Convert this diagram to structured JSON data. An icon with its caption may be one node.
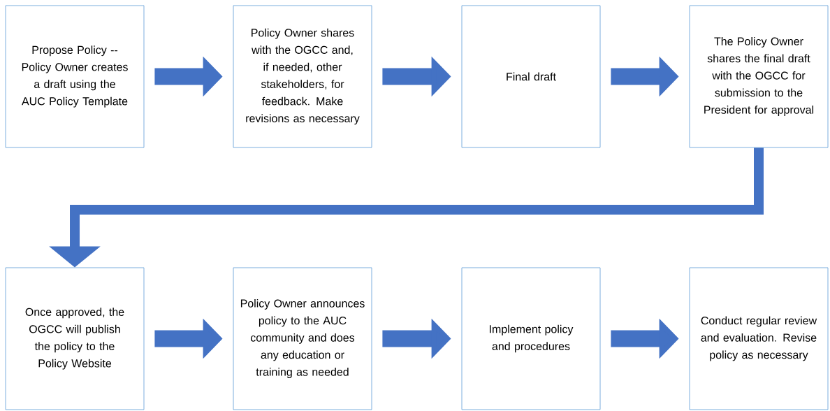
{
  "diagram": {
    "nodes": [
      {
        "text": [
          "Propose Policy -- Policy Owner creates a draft using the AUC Policy Template"
        ]
      },
      {
        "text": [
          "Policy Owner shares with the OGCC and, if needed, other stakeholders, for feedback. Make revisions as necessary"
        ]
      },
      {
        "text": [
          "Final draft"
        ]
      },
      {
        "text": [
          "The Policy Owner shares the final draft with the OGCC for submission to the President for approval"
        ]
      },
      {
        "text": [
          "Once approved, the OGCC will publish the policy to the Policy Website"
        ]
      },
      {
        "text": [
          "Policy Owner announces policy to the AUC community and does any education or training as needed"
        ]
      },
      {
        "text": [
          "Implement policy and procedures"
        ]
      },
      {
        "text": [
          "Conduct regular review and evaluation. Revise policy as necessary"
        ]
      }
    ],
    "edges": [
      {
        "from": 0,
        "to": 1,
        "arrow": "to"
      },
      {
        "from": 1,
        "to": 2,
        "arrow": "to"
      },
      {
        "from": 2,
        "to": 3,
        "arrow": "to"
      },
      {
        "from": 3,
        "to": 4,
        "arrow": "to"
      },
      {
        "from": 4,
        "to": 5,
        "arrow": "to"
      },
      {
        "from": 5,
        "to": 6,
        "arrow": "to"
      },
      {
        "from": 6,
        "to": 7,
        "arrow": "to"
      }
    ]
  }
}
